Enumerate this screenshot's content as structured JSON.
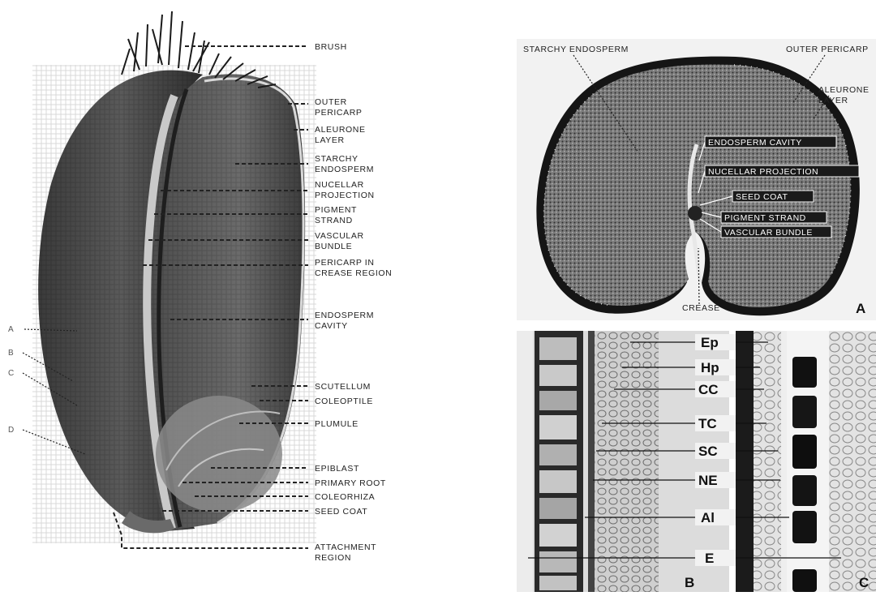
{
  "left_panel": {
    "labels": {
      "brush": "BRUSH",
      "outer_pericarp": [
        "OUTER",
        "PERICARP"
      ],
      "aleurone_layer": [
        "ALEURONE",
        "LAYER"
      ],
      "starchy_endosperm": [
        "STARCHY",
        "ENDOSPERM"
      ],
      "nucellar_projection": [
        "NUCELLAR",
        "PROJECTION"
      ],
      "pigment_strand": [
        "PIGMENT",
        "STRAND"
      ],
      "vascular_bundle": [
        "VASCULAR",
        "BUNDLE"
      ],
      "pericarp_crease": [
        "PERICARP IN",
        "CREASE REGION"
      ],
      "endosperm_cavity": [
        "ENDOSPERM",
        "CAVITY"
      ],
      "scutellum": "SCUTELLUM",
      "coleoptile": "COLEOPTILE",
      "plumule": "PLUMULE",
      "epiblast": "EPIBLAST",
      "primary_root": "PRIMARY ROOT",
      "coleorhiza": "COLEORHIZA",
      "seed_coat": "SEED COAT",
      "attachment_region": [
        "ATTACHMENT",
        "REGION"
      ]
    },
    "section_letters": [
      "A",
      "B",
      "C",
      "D"
    ]
  },
  "panel_a": {
    "corner_letter": "A",
    "labels": {
      "starchy_endosperm": "STARCHY ENDOSPERM",
      "outer_pericarp": "OUTER PERICARP",
      "aleurone_layer": [
        "ALEURONE",
        "LAYER"
      ],
      "endosperm_cavity": "ENDOSPERM CAVITY",
      "nucellar_projection": "NUCELLAR PROJECTION",
      "seed_coat": "SEED COAT",
      "pigment_strand": "PIGMENT STRAND",
      "vascular_bundle": "VASCULAR BUNDLE",
      "crease": "CREASE"
    }
  },
  "panel_bc": {
    "layer_labels": [
      "Ep",
      "Hp",
      "CC",
      "TC",
      "SC",
      "NE",
      "Al",
      "E"
    ],
    "corner_b": "B",
    "corner_c": "C"
  }
}
